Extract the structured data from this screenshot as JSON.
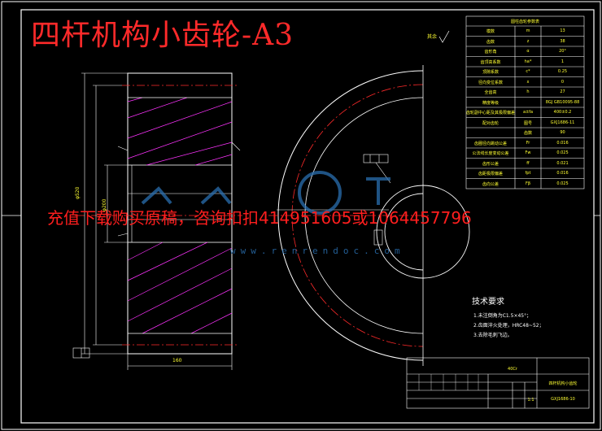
{
  "title": "四杆机构小齿轮-A3",
  "watermark_text": "充值下载购买原稿，咨询扣扣414951605或1064457796",
  "watermark_url": "www.renrendoc.com",
  "tech_requirements": {
    "title": "技术要求",
    "items": [
      "1.未注倒角为C1.5×45°；",
      "2.齿面淬火处理，HRC48~52；",
      "3.去除毛刺飞边。"
    ]
  },
  "param_table": {
    "header": "圆柱齿轮参数表",
    "rows": [
      [
        "模数",
        "m",
        "13"
      ],
      [
        "齿数",
        "z",
        "38"
      ],
      [
        "齿形角",
        "α",
        "20°"
      ],
      [
        "齿顶高系数",
        "ha*",
        "1"
      ],
      [
        "顶隙系数",
        "c*",
        "0.25"
      ],
      [
        "径向变位系数",
        "x",
        "0"
      ],
      [
        "全齿高",
        "h",
        "27"
      ],
      [
        "精度等级",
        "",
        "8GJ GB10095-88"
      ],
      [
        "齿轮副中心距及其极限偏差",
        "a±fa",
        "400±0.2"
      ],
      [
        "配对齿轮",
        "图号",
        "GXJ1686-11"
      ],
      [
        "",
        "齿数",
        "90"
      ],
      [
        "齿圈径向跳动公差",
        "Fr",
        "0.016"
      ],
      [
        "公法线长度变动公差",
        "Fw",
        "0.025"
      ],
      [
        "齿形公差",
        "ff",
        "0.021"
      ],
      [
        "齿距极限偏差",
        "fpt",
        "0.016"
      ],
      [
        "齿向公差",
        "Fβ",
        "0.025"
      ]
    ]
  },
  "title_block": {
    "material": "40Cr",
    "drawing_name": "四杆机构小齿轮",
    "drawing_number": "GXJ1686-10",
    "scale": "1:1"
  },
  "annotations": {
    "roughness_other": "其余",
    "dim_width": "160",
    "dim_diameter": "φ520",
    "dim_bore": "φ200"
  }
}
